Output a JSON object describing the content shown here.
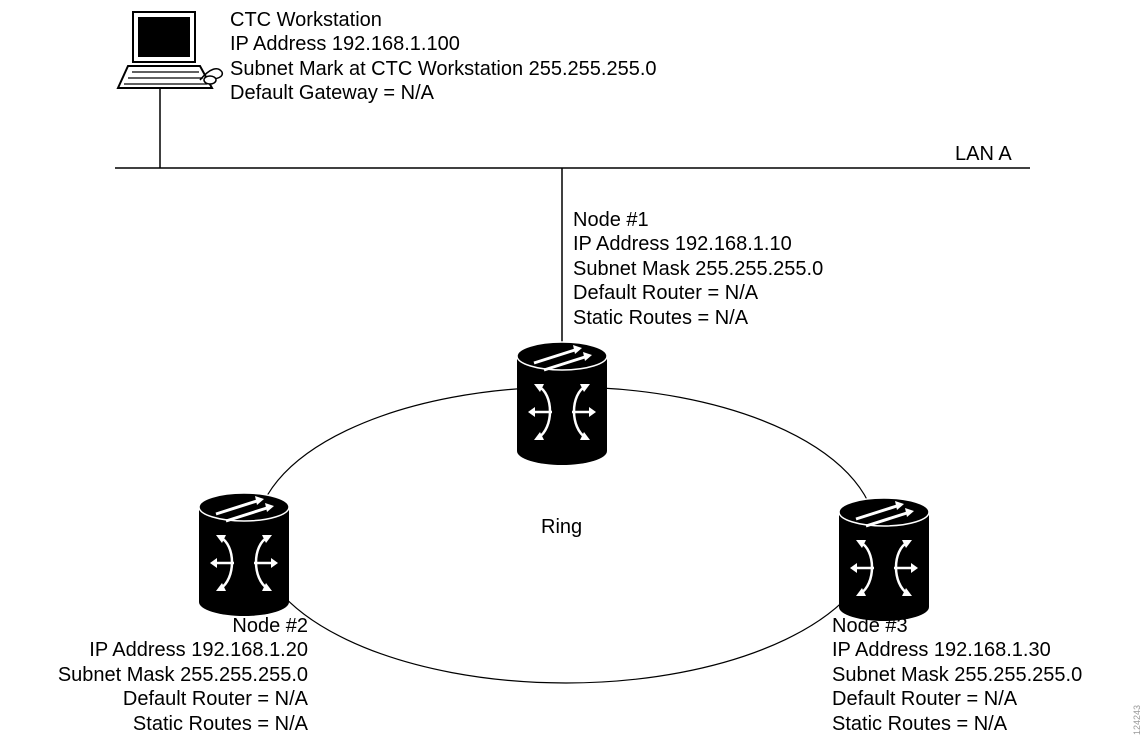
{
  "workstation": {
    "lines": [
      "CTC Workstation",
      "IP Address 192.168.1.100",
      "Subnet Mark at CTC Workstation 255.255.255.0",
      "Default Gateway = N/A"
    ]
  },
  "lan": {
    "label": "LAN A"
  },
  "ring": {
    "label": "Ring"
  },
  "nodes": [
    {
      "lines": [
        "Node #1",
        "IP Address 192.168.1.10",
        "Subnet Mask 255.255.255.0",
        "Default Router = N/A",
        "Static Routes = N/A"
      ]
    },
    {
      "lines": [
        "Node #2",
        "IP Address 192.168.1.20",
        "Subnet Mask 255.255.255.0",
        "Default Router = N/A",
        "Static Routes = N/A"
      ]
    },
    {
      "lines": [
        "Node #3",
        "IP Address 192.168.1.30",
        "Subnet Mask 255.255.255.0",
        "Default Router = N/A",
        "Static Routes = N/A"
      ]
    }
  ],
  "figure_id": "124243"
}
